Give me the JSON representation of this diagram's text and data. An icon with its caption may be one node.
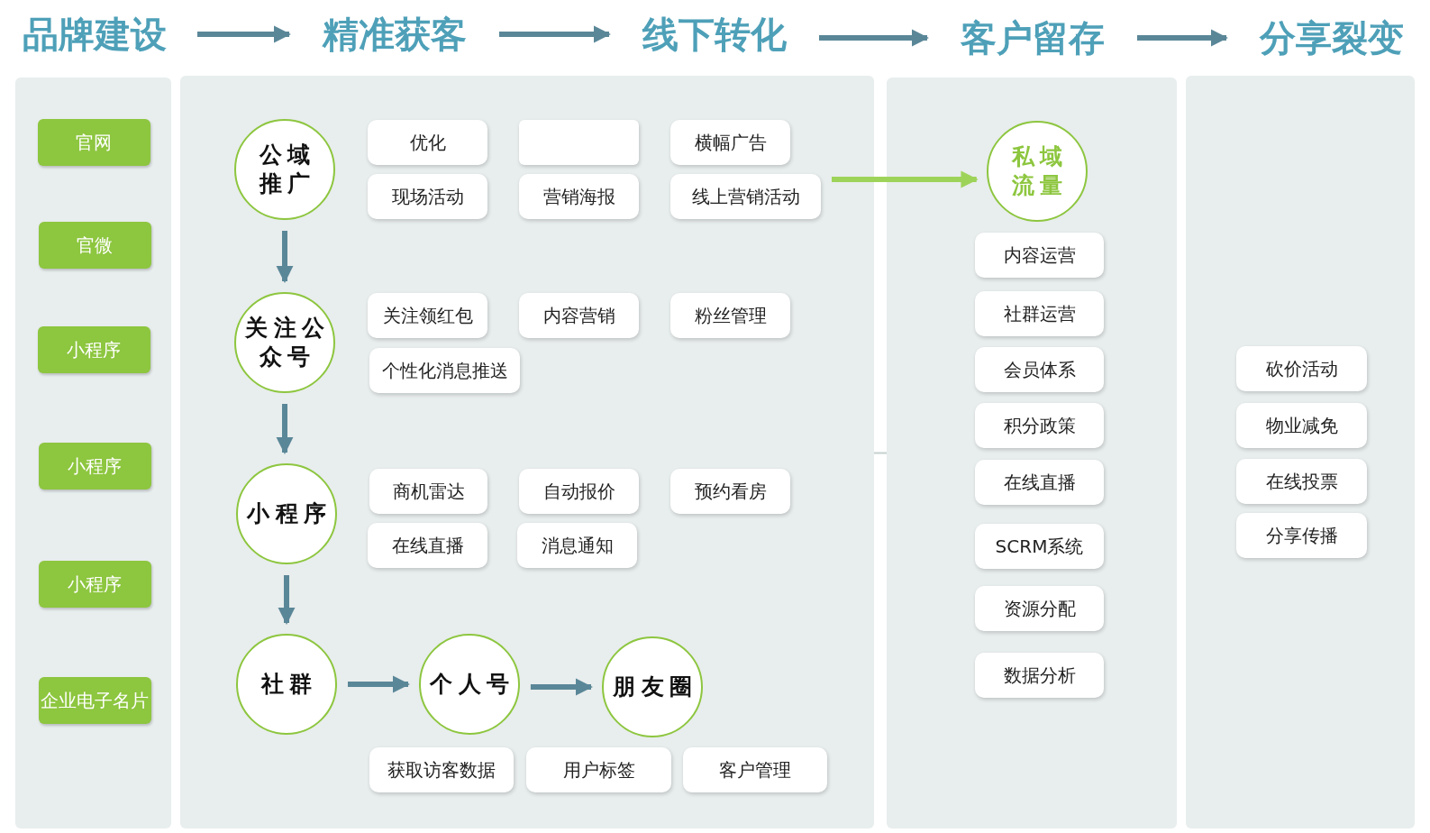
{
  "diagram": {
    "nodes": [
      {
        "text": [
          "品牌建设"
        ]
      },
      {
        "text": [
          "精准获客"
        ]
      },
      {
        "text": [
          "线下转化"
        ]
      },
      {
        "text": [
          "客户留存"
        ]
      },
      {
        "text": [
          "分享裂变"
        ]
      },
      {
        "text": [],
        "shape": "box"
      },
      {
        "text": [
          "官网"
        ],
        "in": 5
      },
      {
        "text": [
          "官微"
        ],
        "in": 5
      },
      {
        "text": [
          "小程序"
        ],
        "in": 5
      },
      {
        "text": [
          "小程序"
        ],
        "in": 5
      },
      {
        "text": [
          "小程序"
        ],
        "in": 5
      },
      {
        "text": [
          "企业电子名片"
        ],
        "in": 5
      },
      {
        "text": [],
        "shape": "box"
      },
      {
        "text": [
          "公域推广"
        ],
        "in": 12
      },
      {
        "text": [
          "优化"
        ],
        "in": 12
      },
      {
        "text": [],
        "shape": "box",
        "in": 12
      },
      {
        "text": [
          "横幅广告"
        ],
        "in": 12
      },
      {
        "text": [
          "现场活动"
        ],
        "in": 12
      },
      {
        "text": [
          "营销海报"
        ],
        "in": 12
      },
      {
        "text": [
          "线上营销活动"
        ],
        "in": 12
      },
      {
        "text": [
          "关注公众号"
        ],
        "in": 12
      },
      {
        "text": [
          "关注领红包"
        ],
        "in": 12
      },
      {
        "text": [
          "内容营销"
        ],
        "in": 12
      },
      {
        "text": [
          "粉丝管理"
        ],
        "in": 12
      },
      {
        "text": [
          "个性化消息推送"
        ],
        "in": 12
      },
      {
        "text": [
          "小程序"
        ],
        "in": 12
      },
      {
        "text": [
          "商机雷达"
        ],
        "in": 12
      },
      {
        "text": [
          "自动报价"
        ],
        "in": 12
      },
      {
        "text": [
          "预约看房"
        ],
        "in": 12
      },
      {
        "text": [
          "在线直播"
        ],
        "in": 12
      },
      {
        "text": [
          "消息通知"
        ],
        "in": 12
      },
      {
        "text": [
          "社群"
        ],
        "in": 12
      },
      {
        "text": [
          "个人号"
        ],
        "in": 12
      },
      {
        "text": [
          "朋友圈"
        ],
        "in": 12
      },
      {
        "text": [
          "获取访客数据"
        ],
        "in": 12
      },
      {
        "text": [
          "用户标签"
        ],
        "in": 12
      },
      {
        "text": [
          "客户管理"
        ],
        "in": 12
      },
      {
        "text": [],
        "shape": "box"
      },
      {
        "text": [
          "私域流量"
        ],
        "in": 37
      },
      {
        "text": [
          "内容运营"
        ],
        "in": 37
      },
      {
        "text": [
          "社群运营"
        ],
        "in": 37
      },
      {
        "text": [
          "会员体系"
        ],
        "in": 37
      },
      {
        "text": [
          "积分政策"
        ],
        "in": 37
      },
      {
        "text": [
          "在线直播"
        ],
        "in": 37
      },
      {
        "text": [
          "SCRM系统"
        ],
        "in": 37
      },
      {
        "text": [
          "资源分配"
        ],
        "in": 37
      },
      {
        "text": [
          "数据分析"
        ],
        "in": 37
      },
      {
        "text": [],
        "shape": "box"
      },
      {
        "text": [
          "砍价活动"
        ],
        "in": 47
      },
      {
        "text": [
          "物业减免"
        ],
        "in": 47
      },
      {
        "text": [
          "在线投票"
        ],
        "in": 47
      },
      {
        "text": [
          "分享传播"
        ],
        "in": 47
      }
    ],
    "edges": [
      {
        "from": 0,
        "to": 1,
        "arrow": "to"
      },
      {
        "from": 1,
        "to": 2,
        "arrow": "to"
      },
      {
        "from": 2,
        "to": 3,
        "arrow": "to"
      },
      {
        "from": 3,
        "to": 4,
        "arrow": "to"
      },
      {
        "from": 13,
        "to": 20,
        "arrow": "to"
      },
      {
        "from": 20,
        "to": 25,
        "arrow": "to"
      },
      {
        "from": 25,
        "to": 31,
        "arrow": "to"
      },
      {
        "from": 31,
        "to": 32,
        "arrow": "to"
      },
      {
        "from": 32,
        "to": 33,
        "arrow": "to"
      },
      {
        "from": 19,
        "to": 38,
        "arrow": "to",
        "color": "#9ed35a"
      },
      {
        "from": 12,
        "to": 37,
        "arrow": "none",
        "color": "#c5cfcf"
      }
    ]
  }
}
